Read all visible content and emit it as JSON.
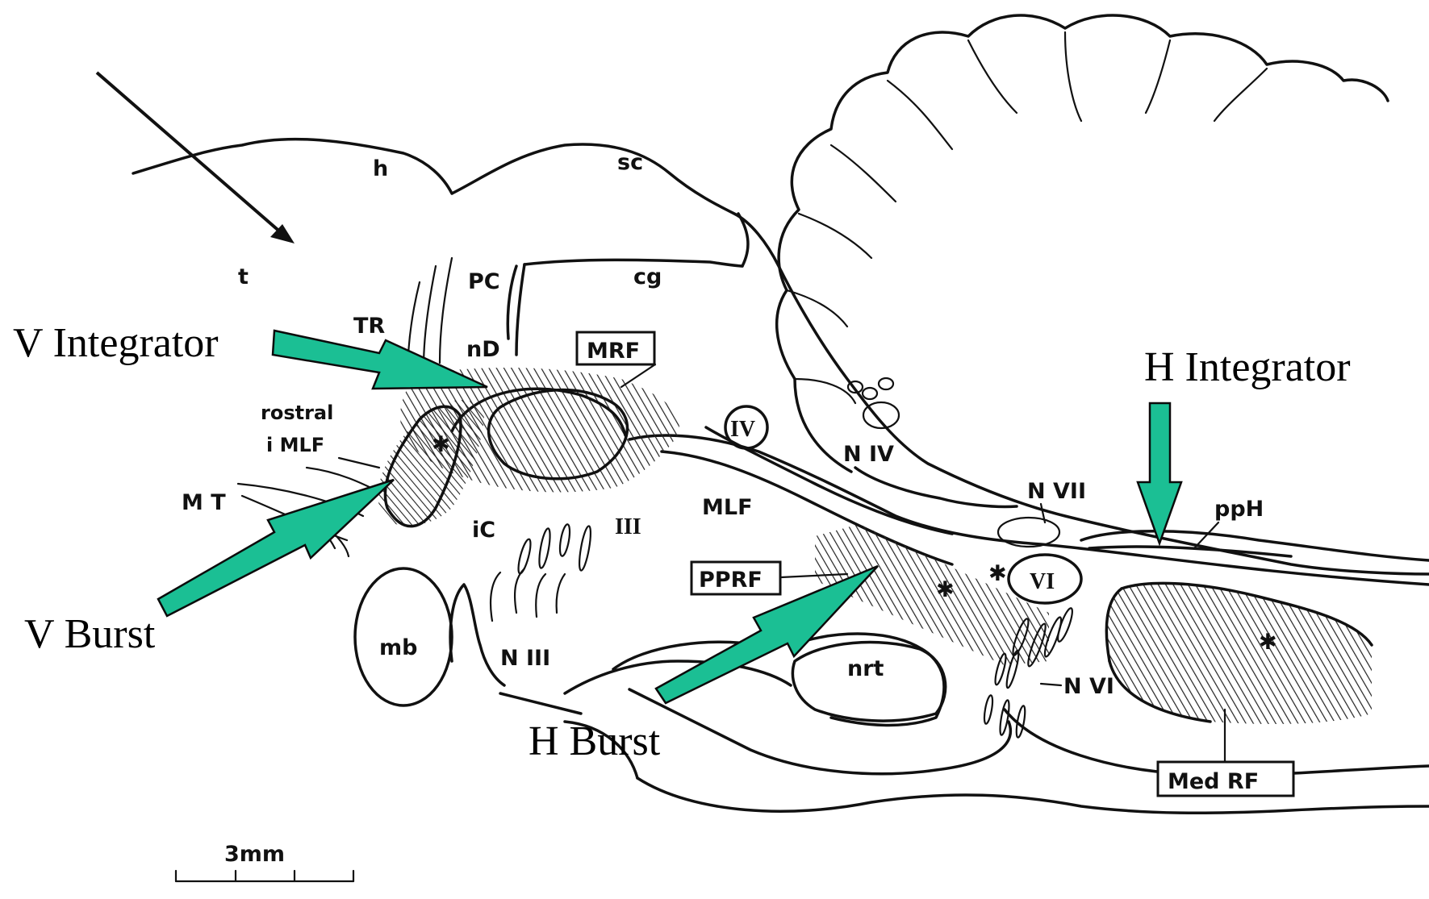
{
  "anatomy_labels": {
    "h": "h",
    "sc": "sc",
    "t": "t",
    "pc": "PC",
    "cg": "cg",
    "tr": "TR",
    "nd": "nD",
    "mrf": "MRF",
    "rostral": "rostral",
    "imlf": "i MLF",
    "iv": "IV",
    "niv": "N IV",
    "mt": "M T",
    "ic": "iC",
    "iii": "III",
    "mlf": "MLF",
    "nvii": "N VII",
    "pph": "ppH",
    "pprf": "PPRF",
    "vi": "VI",
    "mb": "mb",
    "niii": "N III",
    "nrt": "nrt",
    "nvi": "N VI",
    "medrf": "Med  RF"
  },
  "annotations": {
    "v_integrator": "V Integrator",
    "h_integrator": "H Integrator",
    "v_burst": "V Burst",
    "h_burst": "H Burst"
  },
  "scale_bar": {
    "label": "3mm"
  },
  "colors": {
    "arrow_fill": "#1bbf94",
    "ink": "#111111"
  }
}
